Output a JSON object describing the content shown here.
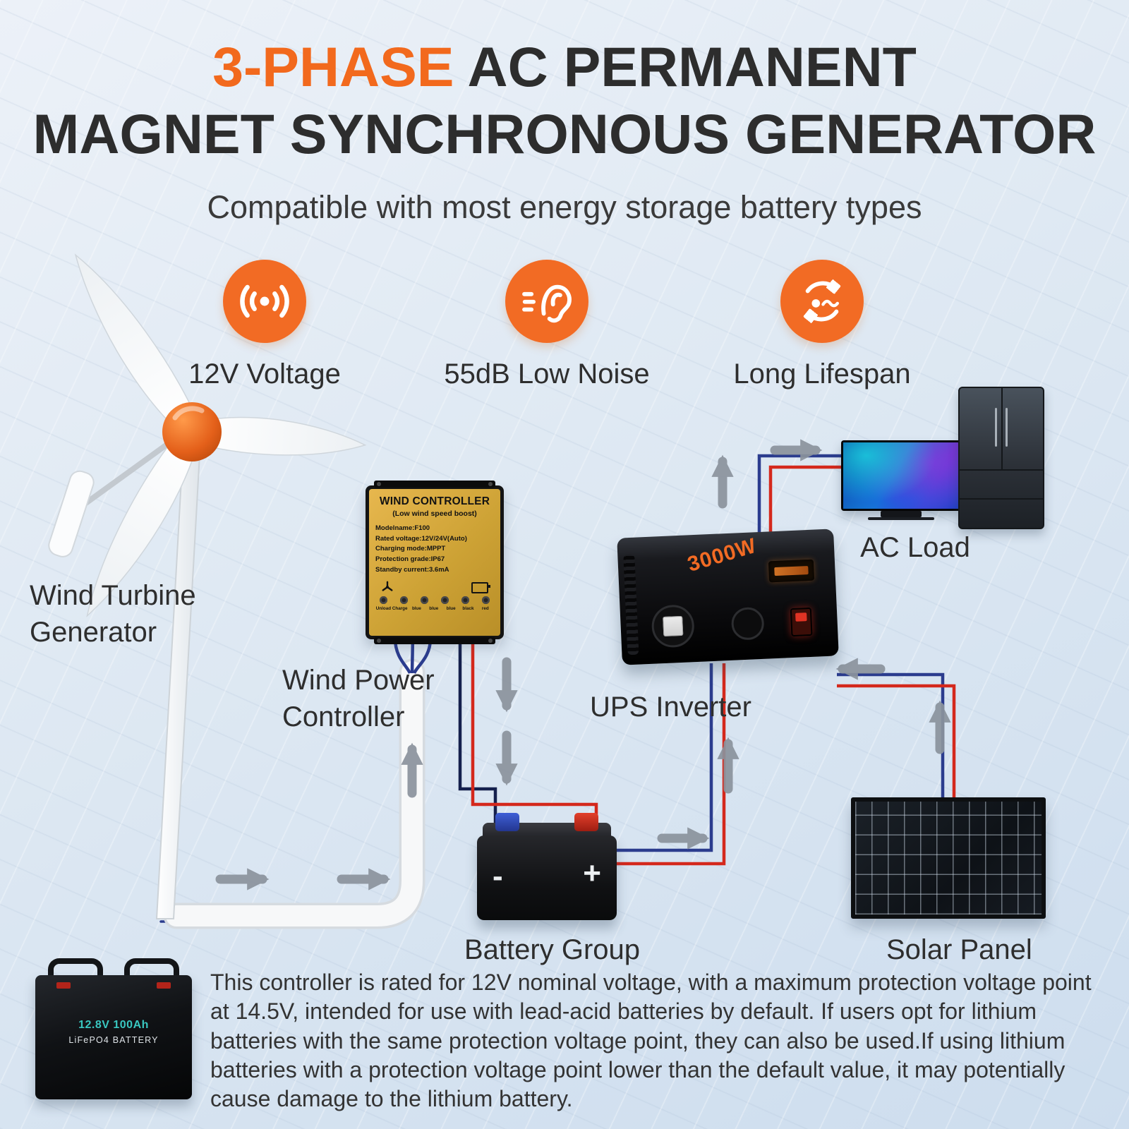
{
  "title": {
    "highlight": "3-PHASE",
    "line1_rest": " AC PERMANENT",
    "line2": "MAGNET SYNCHRONOUS GENERATOR"
  },
  "subtitle": "Compatible with most energy storage battery types",
  "features": [
    {
      "icon": "broadcast-icon",
      "label": "12V Voltage"
    },
    {
      "icon": "ear-icon",
      "label": "55dB Low Noise"
    },
    {
      "icon": "lifecycle-icon",
      "label": "Long Lifespan"
    }
  ],
  "components": {
    "wind_turbine": {
      "label": "Wind Turbine Generator"
    },
    "controller": {
      "label": "Wind Power Controller",
      "panel_title": "WIND CONTROLLER",
      "panel_subtitle": "(Low wind speed boost)",
      "specs": [
        "Modelname:F100",
        "Rated voltage:12V/24V(Auto)",
        "Charging mode:MPPT",
        "Protection grade:IP67",
        "Standby current:3.6mA"
      ],
      "terminals": [
        "Unload Charge",
        "blue",
        "blue",
        "blue",
        "black",
        "red"
      ]
    },
    "ups_inverter": {
      "label": "UPS Inverter",
      "power": "3000W"
    },
    "ac_load": {
      "label": "AC Load"
    },
    "battery_group": {
      "label": "Battery Group",
      "minus": "-",
      "plus": "+"
    },
    "solar_panel": {
      "label": "Solar Panel"
    },
    "lifepo4_battery": {
      "line1": "12.8V 100Ah",
      "line2": "LiFePO4 BATTERY"
    }
  },
  "footnote": "This controller is rated for 12V nominal voltage, with a maximum protection voltage point at 14.5V, intended for use with lead-acid batteries by default. If users opt for lithium batteries with the same protection voltage point, they can also be used.If using lithium batteries with a protection voltage point lower than the default value, it may potentially cause damage to the lithium battery.",
  "colors": {
    "accent": "#f26b24",
    "wire_red": "#d4281c",
    "wire_blue": "#2b3c8e",
    "arrow": "#8b939d"
  }
}
